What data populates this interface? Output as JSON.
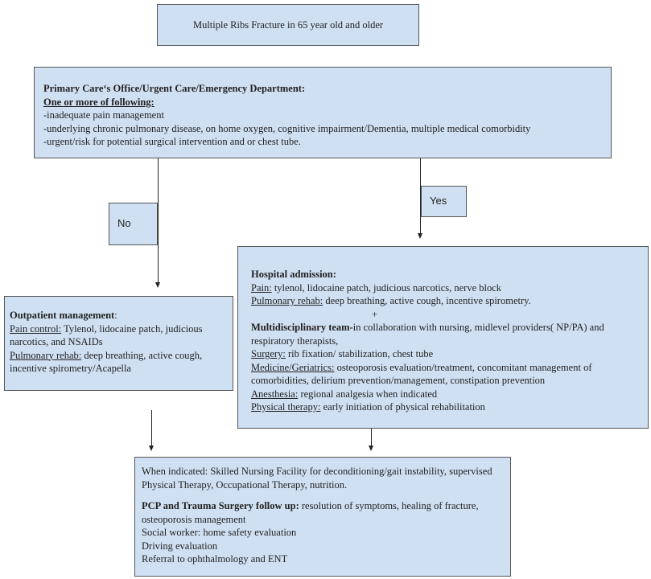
{
  "title_box": {
    "text": "Multiple Ribs Fracture in 65 year old and older"
  },
  "assessment_box": {
    "heading": "Primary Care‘s Office/Urgent Care/Emergency Department:",
    "subheading": "One or more of following:",
    "criteria": [
      "-inadequate pain management",
      "-underlying chronic pulmonary disease, on home oxygen, cognitive impairment/Dementia, multiple medical comorbidity",
      "-urgent/risk for potential surgical intervention and or chest tube."
    ]
  },
  "no_label": "No",
  "yes_label": "Yes",
  "outpatient_box": {
    "heading": "Outpatient management",
    "heading_suffix": ":",
    "pain_label": "Pain control:",
    "pain_text": " Tylenol, lidocaine patch, judicious narcotics, and NSAIDs",
    "pulm_label": "Pulmonary  rehab:",
    "pulm_text": " deep breathing, active cough, incentive spirometry/Acapella"
  },
  "hospital_box": {
    "heading": "Hospital admission:",
    "pain_label": "Pain:",
    "pain_text": " tylenol, lidocaine patch, judicious narcotics, nerve block",
    "pulm_label": "Pulmonary rehab:",
    "pulm_text": " deep breathing, active cough, incentive spirometry.",
    "plus": "+",
    "team_heading": "Multidisciplinary team-",
    "team_text": "in collaboration with nursing, midlevel providers( NP/PA) and respiratory therapists,",
    "surgery_label": "Surgery:",
    "surgery_text": " rib fixation/ stabilization, chest tube",
    "medicine_label": "Medicine/Geriatrics:",
    "medicine_text": " osteoporosis evaluation/treatment, concomitant management of comorbidities, delirium prevention/management, constipation prevention",
    "anesthesia_label": "Anesthesia:",
    "anesthesia_text": " regional analgesia when indicated",
    "pt_label": "Physical therapy:",
    "pt_text": " early initiation of physical rehabilitation"
  },
  "followup_box": {
    "snf_text": "When indicated: Skilled Nursing Facility for deconditioning/gait instability, supervised Physical Therapy, Occupational Therapy, nutrition.",
    "pcp_heading": "PCP and Trauma Surgery follow up:",
    "pcp_text": " resolution of symptoms, healing of fracture, osteoporosis management",
    "lines": [
      "Social worker: home safety evaluation",
      "Driving evaluation",
      "Referral to ophthalmology and ENT"
    ]
  }
}
